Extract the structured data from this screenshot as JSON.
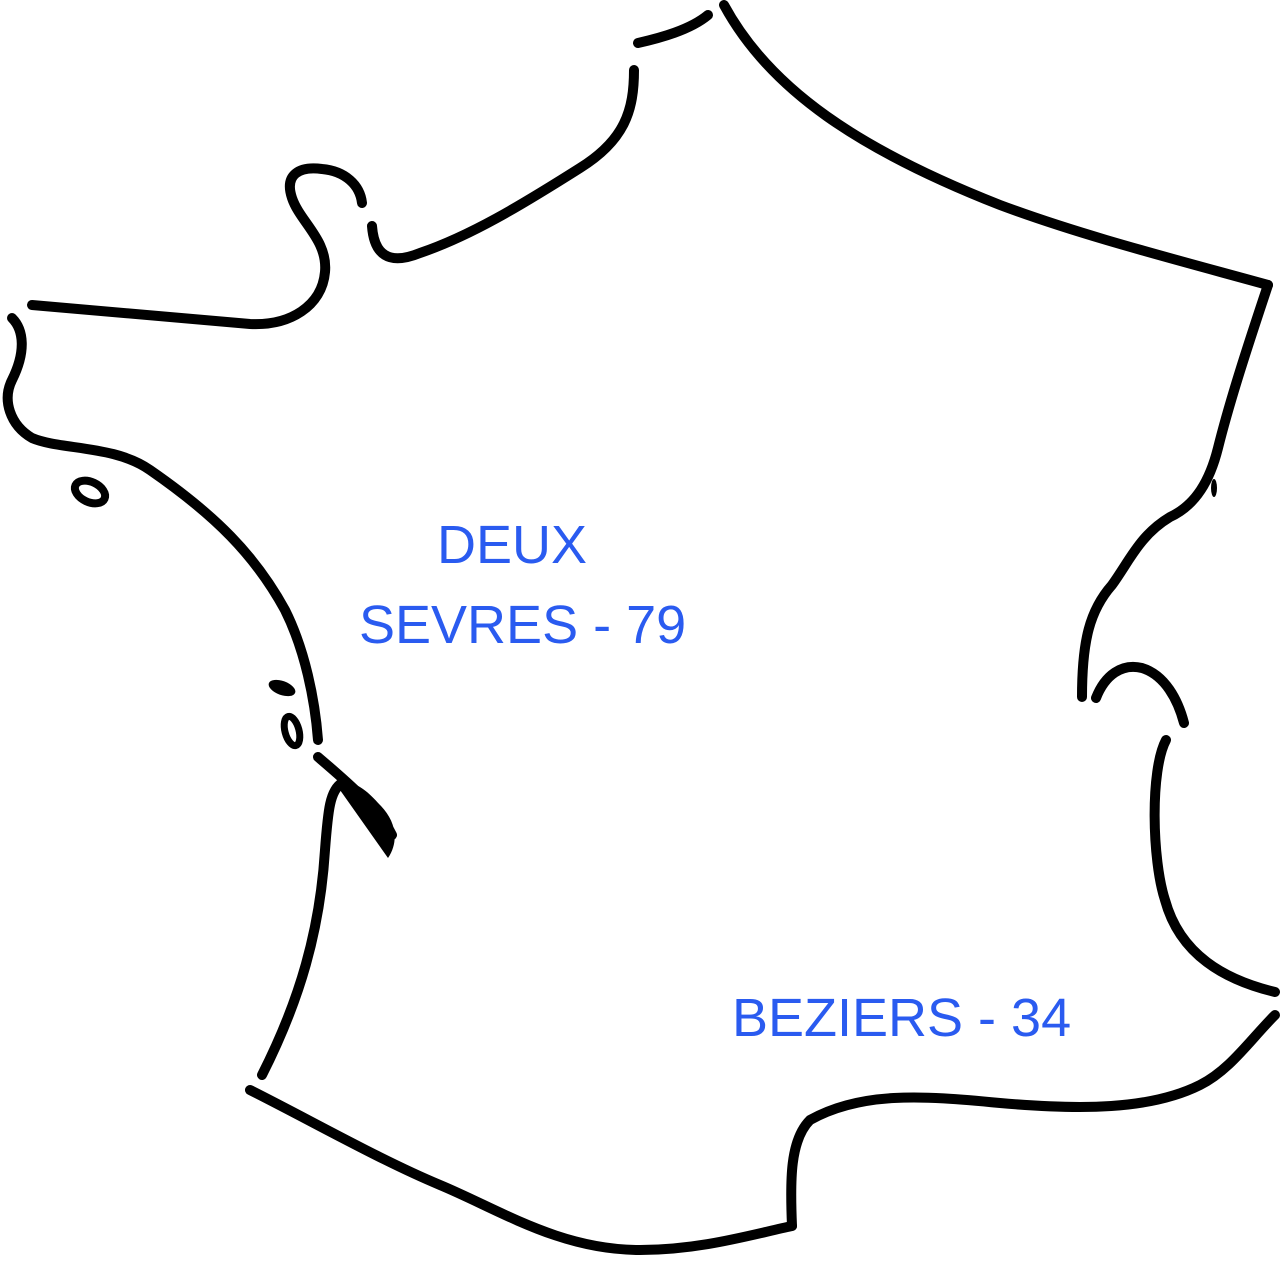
{
  "map": {
    "region": "France",
    "outline_color": "#000000",
    "background_color": "#ffffff",
    "label_color": "#2a5bf0",
    "labels": {
      "deux_sevres_line1": "DEUX",
      "deux_sevres_line2": "SEVRES - 79",
      "beziers": "BEZIERS - 34"
    }
  }
}
